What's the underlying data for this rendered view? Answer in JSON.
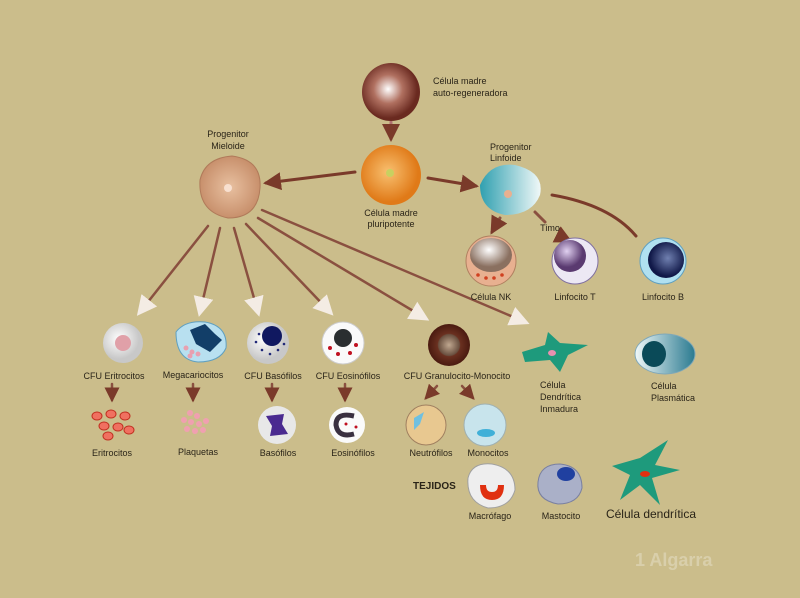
{
  "labels": {
    "stem_self_renewing": [
      "Célula madre",
      "auto-regeneradora"
    ],
    "stem_pluripotent": [
      "Célula madre",
      "pluripotente"
    ],
    "myeloid_progenitor": [
      "Progenitor",
      "Mieloide"
    ],
    "lymphoid_progenitor": [
      "Progenitor",
      "Linfoide"
    ],
    "nk_cell": "Célula NK",
    "thymus": "Timo",
    "t_lymphocyte": "Linfocito T",
    "b_lymphocyte": "Linfocito B",
    "cfu_erythrocytes": "CFU Eritrocitos",
    "megakaryocytes": "Megacariocitos",
    "cfu_basophils": "CFU Basófilos",
    "cfu_eosinophils": "CFU Eosinófilos",
    "cfu_gm": "CFU Granulocito-Monocito",
    "immature_dendritic": [
      "Célula",
      "Dendrítica",
      "Inmadura"
    ],
    "plasma_cell": [
      "Célula",
      "Plasmática"
    ],
    "erythrocytes": "Eritrocitos",
    "platelets": "Plaquetas",
    "basophils": "Basófilos",
    "eosinophils": "Eosinófilos",
    "neutrophils": "Neutrófilos",
    "monocytes": "Monocitos",
    "tissues": "TEJIDOS",
    "macrophage": "Macrófago",
    "mast_cell": "Mastocito",
    "dendritic_cell": "Célula dendrítica"
  },
  "watermark": "1 Algarra",
  "colors": {
    "background": "#cbbd8b",
    "arrow": "#7a3a2a",
    "dendritic": "#1e9a7c"
  }
}
